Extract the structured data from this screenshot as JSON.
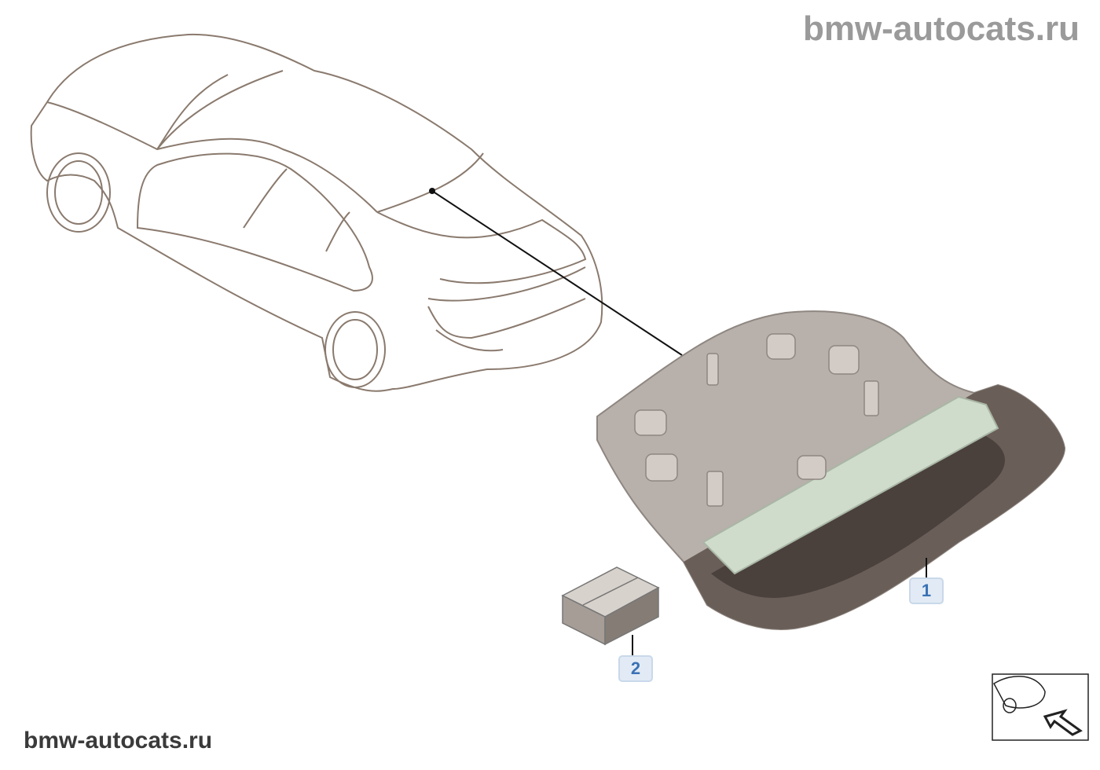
{
  "watermark_top": "bmw-autocats.ru",
  "watermark_bottom": "bmw-autocats.ru",
  "callouts": [
    {
      "label": "1",
      "part": "third-brake-light"
    },
    {
      "label": "2",
      "part": "part-box"
    }
  ],
  "colors": {
    "callout_text": "#3a72b5",
    "callout_bg": "#e2ebf5",
    "outline": "#8a7a6e"
  }
}
